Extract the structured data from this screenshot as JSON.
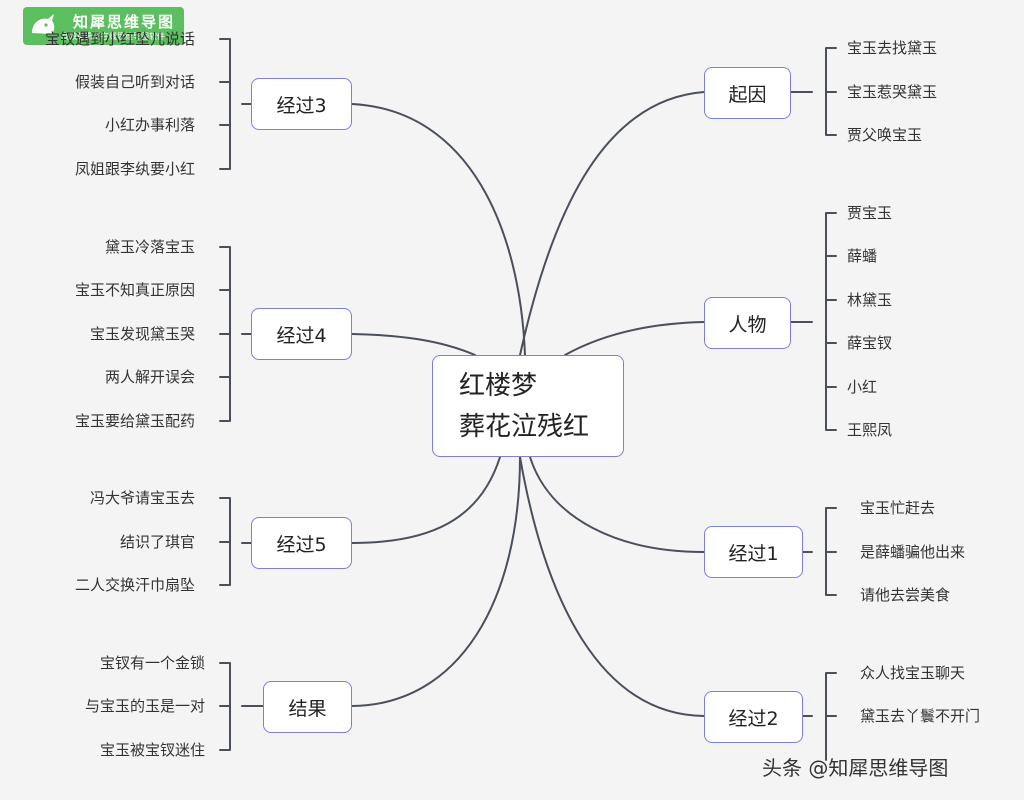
{
  "logo": {
    "title": "知犀思维导图",
    "subtitle": "高效免费的在线思维导图软件"
  },
  "watermark": "头条 @知犀思维导图",
  "center": {
    "line1": "红楼梦",
    "line2": "葬花泣残红"
  },
  "branches": {
    "qiyin": {
      "label": "起因",
      "leaves": [
        "宝玉去找黛玉",
        "宝玉惹哭黛玉",
        "贾父唤宝玉"
      ]
    },
    "renwu": {
      "label": "人物",
      "leaves": [
        "贾宝玉",
        "薛蟠",
        "林黛玉",
        "薛宝钗",
        "小红",
        "王熙凤"
      ]
    },
    "jingguo1": {
      "label": "经过1",
      "leaves": [
        "宝玉忙赶去",
        "是薛蟠骗他出来",
        "请他去尝美食"
      ]
    },
    "jingguo2": {
      "label": "经过2",
      "leaves": [
        "众人找宝玉聊天",
        "黛玉去丫鬟不开门"
      ]
    },
    "jingguo3": {
      "label": "经过3",
      "leaves": [
        "宝钗遇到小红坠儿说话",
        "假装自己听到对话",
        "小红办事利落",
        "凤姐跟李纨要小红"
      ]
    },
    "jingguo4": {
      "label": "经过4",
      "leaves": [
        "黛玉冷落宝玉",
        "宝玉不知真正原因",
        "宝玉发现黛玉哭",
        "两人解开误会",
        "宝玉要给黛玉配药"
      ]
    },
    "jingguo5": {
      "label": "经过5",
      "leaves": [
        "冯大爷请宝玉去",
        "结识了琪官",
        "二人交换汗巾扇坠"
      ]
    },
    "jieguo": {
      "label": "结果",
      "leaves": [
        "宝钗有一个金锁",
        "与宝玉的玉是一对",
        "宝玉被宝钗迷住"
      ]
    }
  }
}
